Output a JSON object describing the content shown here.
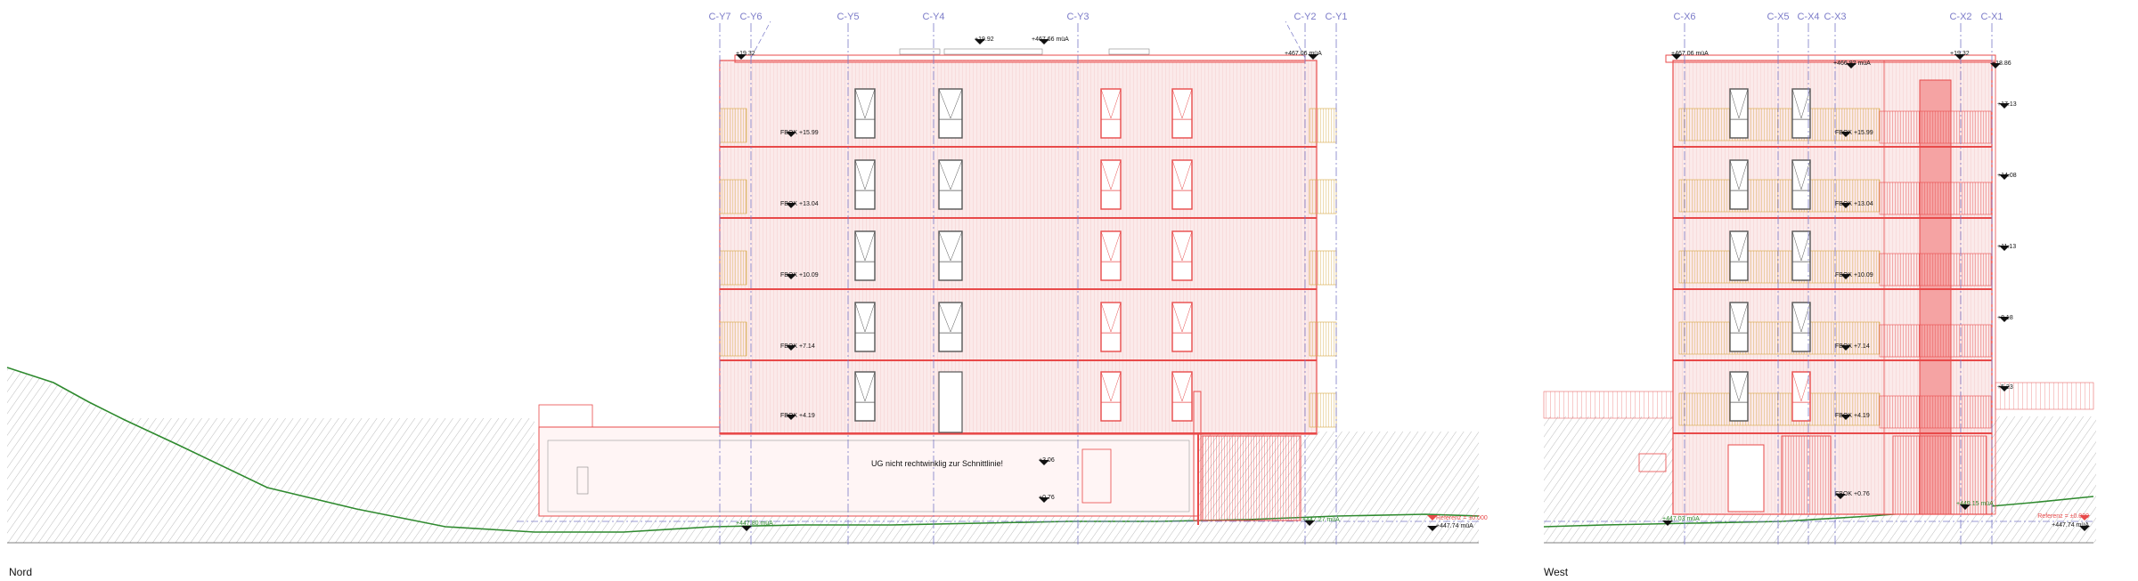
{
  "views": {
    "nord": {
      "title": "Nord",
      "axes": [
        "C-Y7",
        "C-Y6",
        "C-Y5",
        "C-Y4",
        "C-Y3",
        "C-Y2",
        "C-Y1"
      ],
      "levels": {
        "top_left": "+19.32",
        "top_mid_a": "+19.92",
        "top_mid_b": "+467.66 müA",
        "top_right": "+467.06 müA",
        "floors": [
          "FBOK +15.99",
          "FBOK +13.04",
          "FBOK +10.09",
          "FBOK +7.14",
          "FBOK +4.19"
        ],
        "basement_a": "+3.06",
        "basement_b": "+0.76",
        "ground_left": "+447.80 müA",
        "ground_right": "+447.27 müA",
        "ref_red": "Referenz = ±0.000",
        "ref_black": "+447.74 müA"
      },
      "note": "UG nicht rechtwinklig zur Schnittlinie!"
    },
    "west": {
      "title": "West",
      "axes": [
        "C-X6",
        "C-X5",
        "C-X4",
        "C-X3",
        "C-X2",
        "C-X1"
      ],
      "levels": {
        "top_left": "+467.06 müA",
        "top_mid": "+466.92 müA",
        "top_a": "+19.32",
        "top_b": "+18.86",
        "floors": [
          "FBOK +15.99",
          "FBOK +13.04",
          "FBOK +10.09",
          "FBOK +7.14",
          "FBOK +4.19"
        ],
        "right_levels": [
          "+17.13",
          "+14.08",
          "+11.13",
          "+8.18",
          "+5.23"
        ],
        "basement": "FBOK +0.76",
        "ground_left": "+447.03 müA",
        "ground_mid": "+449.15 müA",
        "ref_red": "Referenz = ±0.000",
        "ref_black": "+447.74 müA"
      }
    }
  },
  "colors": {
    "axis": "#7b7bc8",
    "facade": "#e84a4a",
    "facade_fill": "#fbeaea",
    "balcony": "#d6a640",
    "ground": "#2f8a2f",
    "hatch": "#9a9a9a",
    "text": "#111111"
  }
}
